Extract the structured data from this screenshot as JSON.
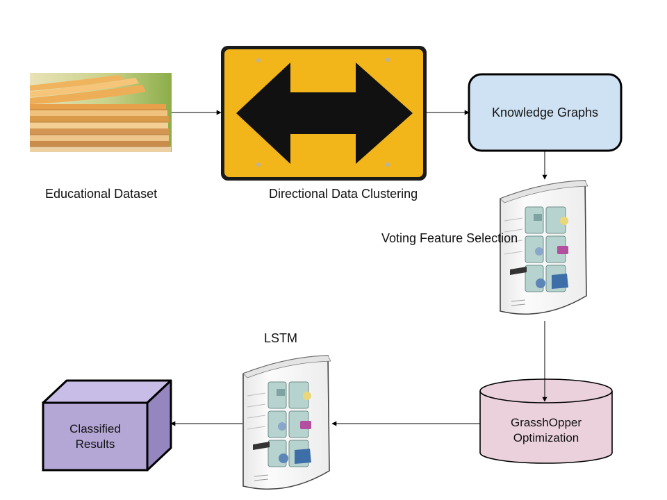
{
  "nodes": {
    "educational_dataset": {
      "label": "Educational Dataset"
    },
    "directional_clustering": {
      "label": "Directional Data Clustering"
    },
    "knowledge_graphs": {
      "label": "Knowledge Graphs",
      "fill": "#cfe2f3"
    },
    "voting_feature_selection": {
      "label": "Voting Feature Selection"
    },
    "grasshopper_optimization": {
      "label_line1": "GrasshOpper",
      "label_line2": "Optimization",
      "fill": "#ead1dc"
    },
    "lstm": {
      "label": "LSTM"
    },
    "classified_results": {
      "label_line1": "Classified",
      "label_line2": "Results",
      "fill": "#b4a7d6"
    }
  },
  "icons": {
    "dataset": "paper-stack-icon",
    "clustering": "double-arrow-sign-icon",
    "voting": "server-icon",
    "lstm": "server-icon"
  },
  "colors": {
    "sign_yellow": "#f2b51a",
    "sign_border": "#1a1a1a",
    "server_body": "#f7f7f7",
    "server_module": "#b7d3cf"
  }
}
